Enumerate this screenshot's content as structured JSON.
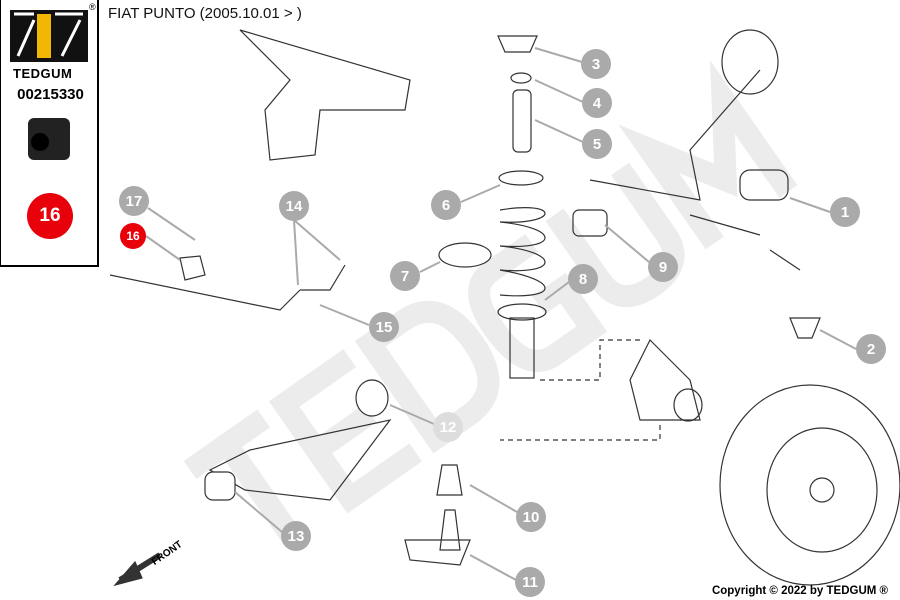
{
  "brand": {
    "name": "TEDGUM",
    "registered": "®",
    "part_number": "00215330",
    "badge": "16"
  },
  "title": "FIAT PUNTO (2005.10.01 > )",
  "watermark": "TEDGUM",
  "front_label": "FRONT",
  "copyright": "Copyright © 2022 by TEDGUM ®",
  "callouts": [
    "1",
    "2",
    "3",
    "4",
    "5",
    "6",
    "7",
    "8",
    "9",
    "10",
    "11",
    "12",
    "13",
    "14",
    "15",
    "16",
    "17"
  ],
  "colors": {
    "highlight": "#e8000b",
    "callout": "#aaaaaa"
  }
}
